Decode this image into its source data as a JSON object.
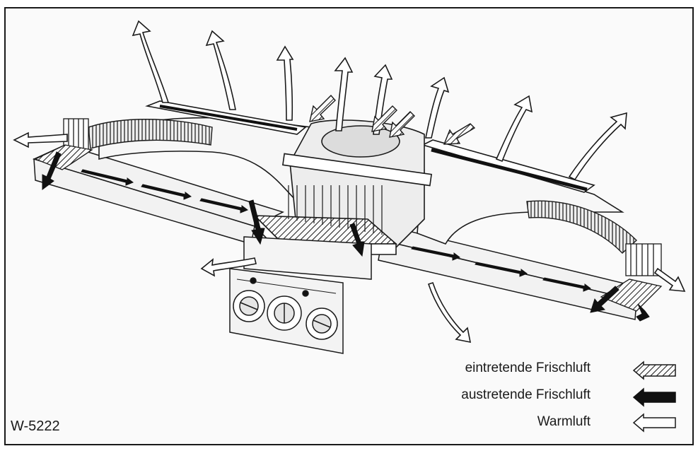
{
  "figure": {
    "id": "W-5222"
  },
  "legend": [
    {
      "key": "incoming",
      "label": "eintretende Frischluft",
      "icon": "hatched-arrow-icon",
      "fill": "#3a3a3a"
    },
    {
      "key": "outgoing",
      "label": "austretende Frischluft",
      "icon": "solid-arrow-icon",
      "fill": "#111111"
    },
    {
      "key": "warm",
      "label": "Warmluft",
      "icon": "hollow-arrow-icon",
      "fill": "#ffffff"
    }
  ],
  "colors": {
    "ink": "#1a1a1a",
    "paper": "#fafafa",
    "shade": "#d9d9d9"
  }
}
